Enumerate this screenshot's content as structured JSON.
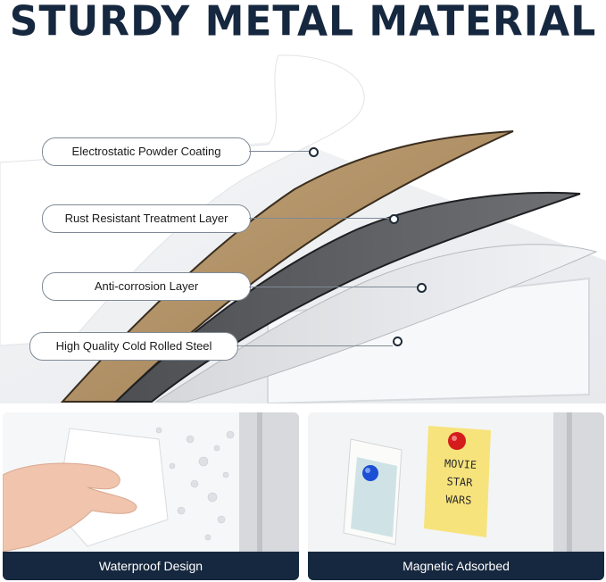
{
  "headline": "STURDY METAL MATERIAL",
  "layers": [
    {
      "label": "Electrostatic Powder Coating"
    },
    {
      "label": "Rust Resistant Treatment Layer"
    },
    {
      "label": "Anti-corrosion Layer"
    },
    {
      "label": "High Quality Cold Rolled Steel"
    }
  ],
  "panels": [
    {
      "caption": "Waterproof Design"
    },
    {
      "caption": "Magnetic Adsorbed",
      "note_text": [
        "MOVIE",
        "STAR",
        "WARS"
      ]
    }
  ],
  "colors": {
    "navy": "#16283f",
    "kraft": "#b08f63",
    "gray_layer": "#5f6164",
    "note": "#f7e37c",
    "magnet_red": "#d41c1c",
    "magnet_blue": "#1c4fd4"
  }
}
